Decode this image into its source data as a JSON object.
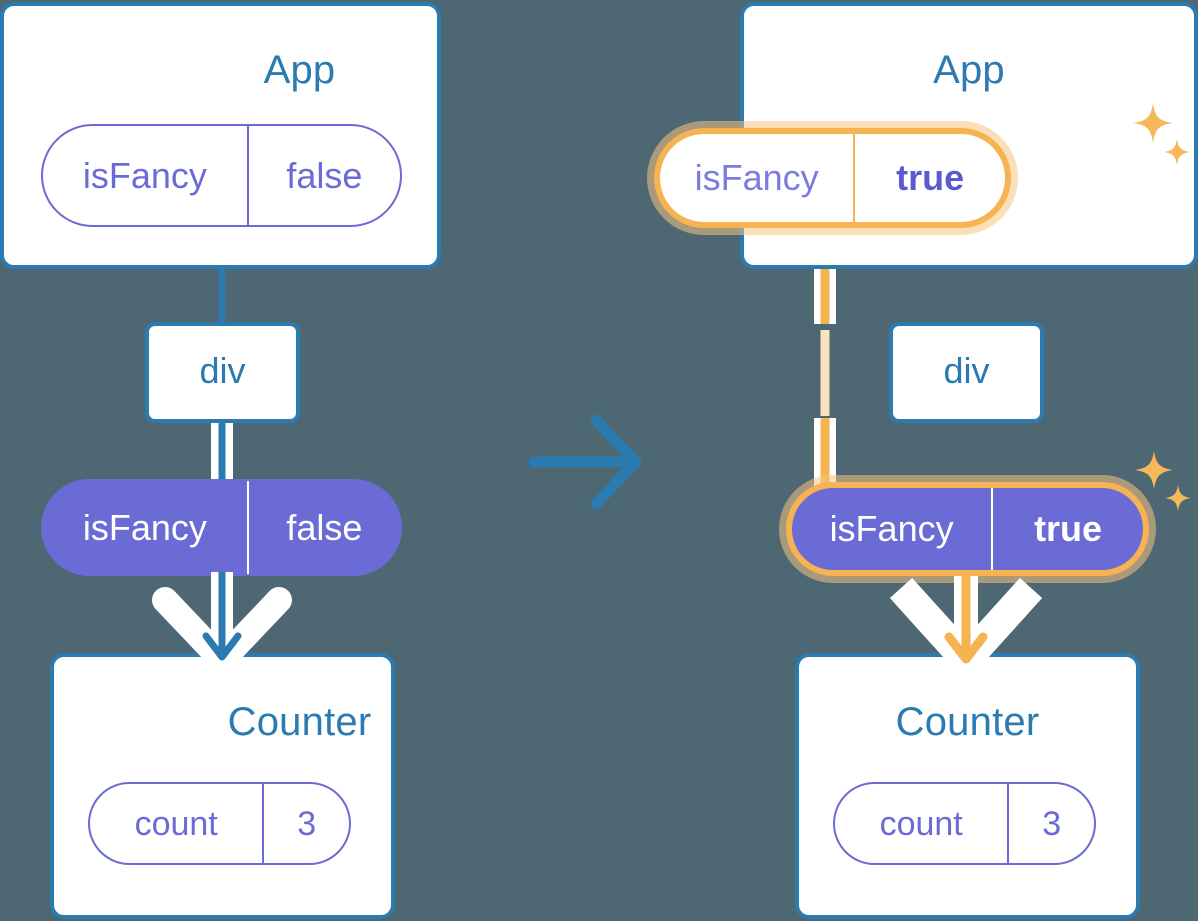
{
  "diagram": {
    "title_semantic": "react-state-propagation-before-after",
    "background_color": "#4d6773",
    "accent_blue": "#2b7bb0",
    "accent_purple": "#6b6bd6",
    "accent_highlight": "#f5b351"
  },
  "transition_arrow": {
    "icon": "arrow-right-icon",
    "color": "#2b7bb0"
  },
  "panels": [
    {
      "id": "before",
      "app": {
        "title": "App",
        "state": {
          "name": "isFancy",
          "value": "false",
          "highlighted": false
        }
      },
      "div": {
        "label": "div"
      },
      "prop": {
        "name": "isFancy",
        "value": "false",
        "highlighted": false
      },
      "counter": {
        "title": "Counter",
        "state": {
          "name": "count",
          "value": "3",
          "highlighted": false
        }
      },
      "sparkles": false
    },
    {
      "id": "after",
      "app": {
        "title": "App",
        "state": {
          "name": "isFancy",
          "value": "true",
          "highlighted": true
        }
      },
      "div": {
        "label": "div"
      },
      "prop": {
        "name": "isFancy",
        "value": "true",
        "highlighted": true
      },
      "counter": {
        "title": "Counter",
        "state": {
          "name": "count",
          "value": "3",
          "highlighted": false
        }
      },
      "sparkles": true
    }
  ]
}
